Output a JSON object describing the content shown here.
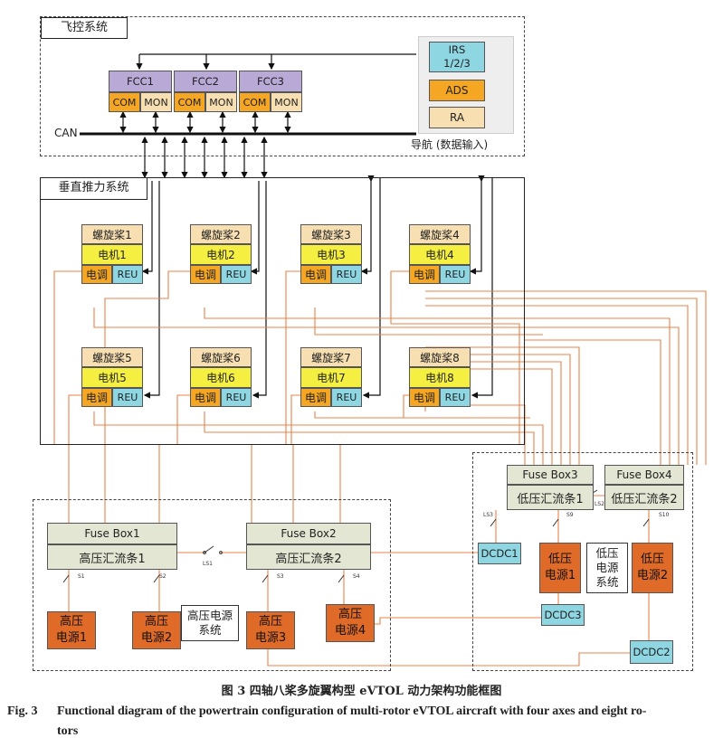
{
  "fcs": {
    "title": "飞控系统",
    "fccs": [
      {
        "name": "FCC1",
        "com": "COM",
        "mon": "MON"
      },
      {
        "name": "FCC2",
        "com": "COM",
        "mon": "MON"
      },
      {
        "name": "FCC3",
        "com": "COM",
        "mon": "MON"
      }
    ],
    "irs": "IRS 1/2/3",
    "ads": "ADS",
    "ra": "RA",
    "nav_label": "导航 (数据输入)",
    "can": "CAN"
  },
  "vps": {
    "title": "垂直推力系统",
    "units": [
      {
        "prop": "螺旋桨1",
        "motor": "电机1",
        "esc": "电调",
        "reu": "REU"
      },
      {
        "prop": "螺旋桨2",
        "motor": "电机2",
        "esc": "电调",
        "reu": "REU"
      },
      {
        "prop": "螺旋桨3",
        "motor": "电机3",
        "esc": "电调",
        "reu": "REU"
      },
      {
        "prop": "螺旋桨4",
        "motor": "电机4",
        "esc": "电调",
        "reu": "REU"
      },
      {
        "prop": "螺旋桨5",
        "motor": "电机5",
        "esc": "电调",
        "reu": "REU"
      },
      {
        "prop": "螺旋桨6",
        "motor": "电机6",
        "esc": "电调",
        "reu": "REU"
      },
      {
        "prop": "螺旋桨7",
        "motor": "电机7",
        "esc": "电调",
        "reu": "REU"
      },
      {
        "prop": "螺旋桨8",
        "motor": "电机8",
        "esc": "电调",
        "reu": "REU"
      }
    ]
  },
  "hv": {
    "fuse1": "Fuse Box1",
    "bus1": "高压汇流条1",
    "fuse2": "Fuse Box2",
    "bus2": "高压汇流条2",
    "ls1": "LS1",
    "s1": "S1",
    "s2": "S2",
    "s3": "S3",
    "s4": "S4",
    "psu1": "高压电源1",
    "psu2": "高压电源2",
    "psu3": "高压电源3",
    "psu4": "高压电源4",
    "system": "高压电源系统"
  },
  "lv": {
    "fuse3": "Fuse Box3",
    "bus1": "低压汇流条1",
    "fuse4": "Fuse Box4",
    "bus2": "低压汇流条2",
    "ls2": "LS2",
    "ls3": "LS3",
    "s9": "S9",
    "s10": "S10",
    "psu1": "低压电源1",
    "psu2": "低压电源2",
    "system": "低压电源系统",
    "dcdc1": "DCDC1",
    "dcdc2": "DCDC2",
    "dcdc3": "DCDC3"
  },
  "caption": {
    "cn": "图 3    四轴八桨多旋翼构型 eVTOL 动力架构功能框图",
    "en_label": "Fig. 3",
    "en_line1": "Functional diagram of the powertrain configuration of multi-rotor eVTOL aircraft with four axes and eight ro-",
    "en_line2": "tors"
  },
  "colors": {
    "power_line": "#e8834a",
    "signal_line": "#111111",
    "fcc": "#b9a9d6",
    "com": "#f5a623",
    "reu": "#8ed6e2",
    "psu": "#e06a28"
  }
}
